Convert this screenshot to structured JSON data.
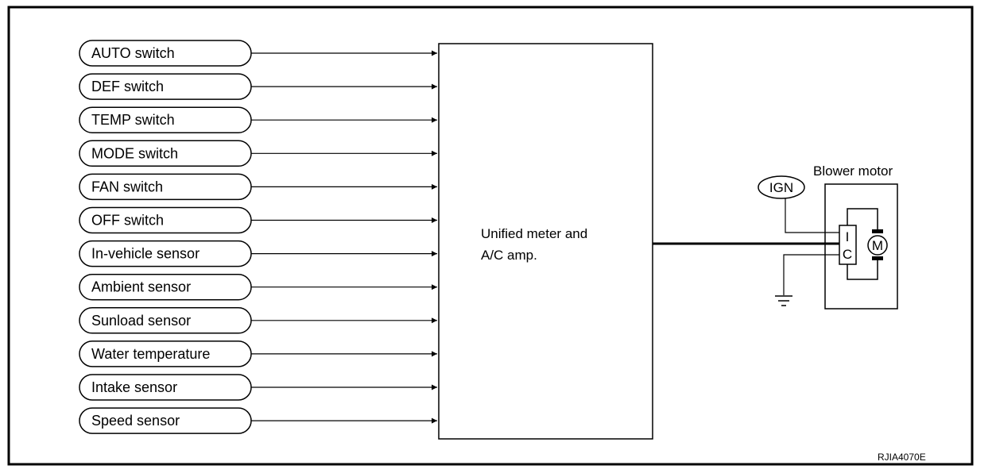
{
  "inputs": [
    "AUTO switch",
    "DEF switch",
    "TEMP switch",
    "MODE switch",
    "FAN switch",
    "OFF switch",
    "In-vehicle sensor",
    "Ambient sensor",
    "Sunload sensor",
    "Water temperature",
    "Intake sensor",
    "Speed sensor"
  ],
  "amp": {
    "line1": "Unified meter and",
    "line2": "A/C amp."
  },
  "blower": {
    "title": "Blower motor",
    "ign": "IGN",
    "ic_top": "I",
    "ic_bottom": "C",
    "motor": "M"
  },
  "figure_code": "RJIA4070E"
}
